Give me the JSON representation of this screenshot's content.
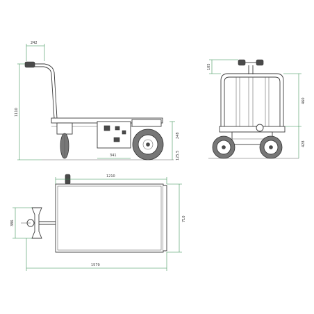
{
  "drawing": {
    "views": [
      "side-view",
      "front-view",
      "top-view"
    ],
    "colors": {
      "line": "#3a3a3a",
      "dimension": "#2f8a4a",
      "tire": "#777777",
      "text": "#333333"
    }
  },
  "dimensions": {
    "handle_offset": "242",
    "overall_height": "1110",
    "deck_length": "341",
    "battery_height": "248",
    "ground_clearance": "125.5",
    "handle_top": "105",
    "rail_height": "460",
    "deck_height": "428",
    "top_length": "1210",
    "handle_width": "386",
    "overall_width": "710",
    "overall_length": "1579"
  }
}
